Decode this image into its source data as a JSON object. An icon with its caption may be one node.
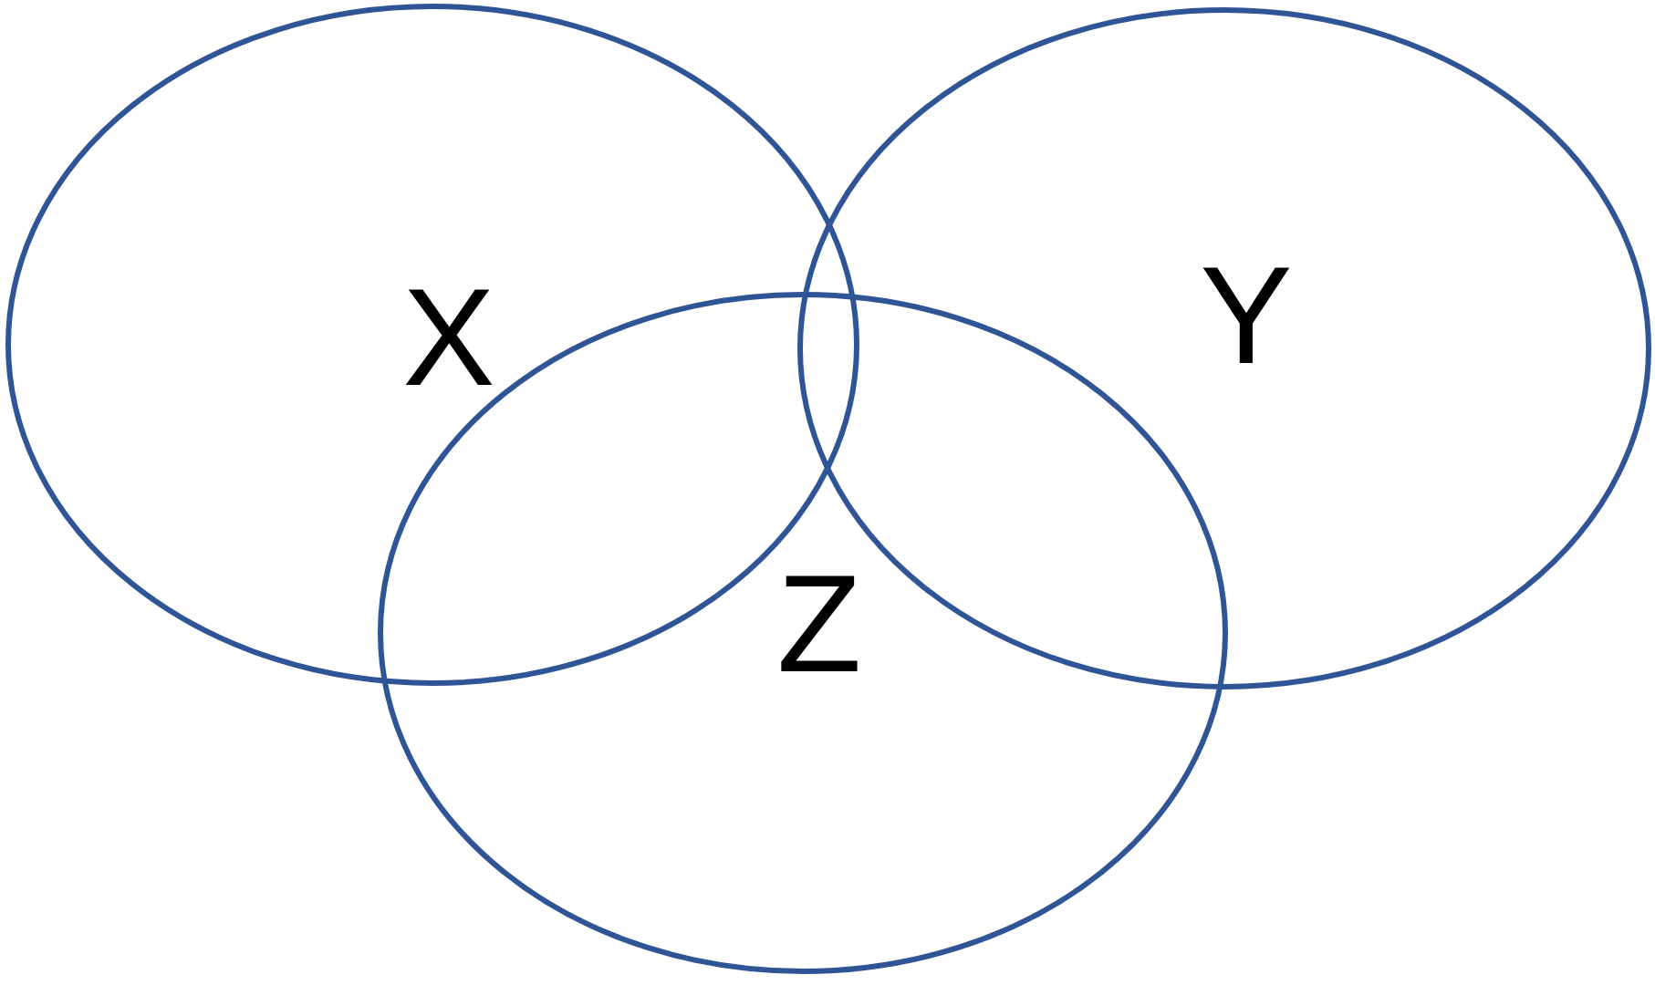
{
  "diagram": {
    "nodes": [
      {
        "text": [
          "X"
        ]
      },
      {
        "text": [
          "Y"
        ]
      },
      {
        "text": [
          "Z"
        ]
      }
    ]
  }
}
